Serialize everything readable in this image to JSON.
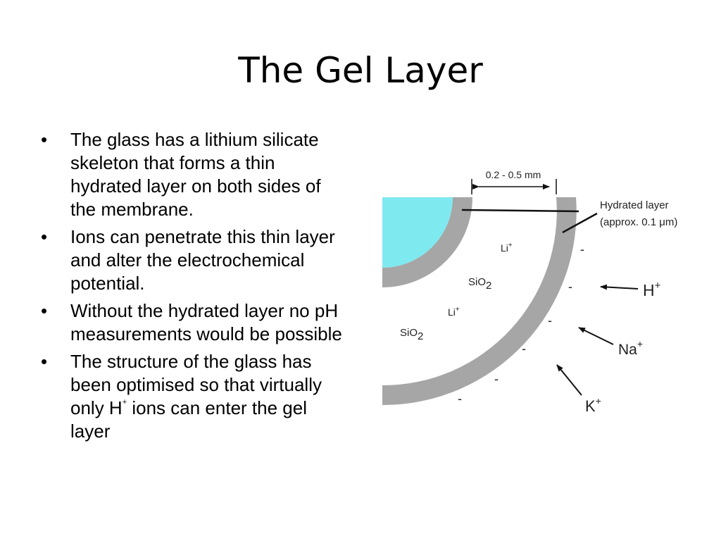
{
  "slide": {
    "title": "The Gel Layer"
  },
  "bullets": [
    {
      "text": "The glass has a lithium silicate skeleton that forms a thin hydrated layer on both sides of the membrane."
    },
    {
      "text": "Ions can penetrate this thin layer and alter the electrochemical potential."
    },
    {
      "text": "Without the hydrated layer no pH measurements would be possible"
    },
    {
      "before": "The structure of the glass has been optimised so that virtually only H",
      "sup": "+",
      "after": " ions can enter the gel layer"
    }
  ],
  "diagram": {
    "dimension_label": "0.2 - 0.5 mm",
    "hydrated_label_line1": "Hydrated layer",
    "hydrated_label_line2": "(approx. 0.1 μm)",
    "inner_labels": [
      {
        "ion": "Li",
        "charge": "+"
      },
      {
        "ion": "SiO",
        "sub": "2"
      },
      {
        "ion": "Li",
        "charge": "+"
      },
      {
        "ion": "SiO",
        "sub": "2"
      }
    ],
    "outside_ions": [
      {
        "ion": "H",
        "charge": "+"
      },
      {
        "ion": "Na",
        "charge": "+"
      },
      {
        "ion": "K",
        "charge": "+"
      }
    ],
    "minus_sign": "-",
    "colors": {
      "solution": "#7fe9f0",
      "gel_layer": "#a6a6a6",
      "gel_edge": "#8c8c8c",
      "arrow": "#111111"
    }
  }
}
